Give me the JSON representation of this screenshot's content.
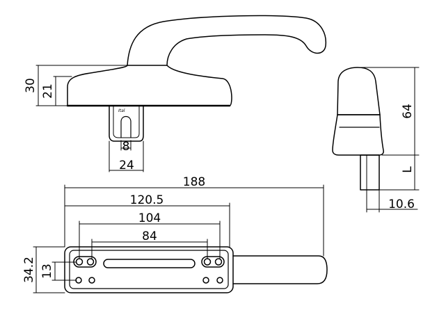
{
  "dimensions": {
    "height_30": "30",
    "height_21": "21",
    "spindle_8": "8",
    "width_24": "24",
    "side_height_64": "64",
    "side_length": "L",
    "side_width_10_6": "10.6",
    "total_188": "188",
    "length_120_5": "120.5",
    "spacing_104": "104",
    "spacing_84": "84",
    "height_34_2": "34.2",
    "pitch_13": "13"
  },
  "spindle_mark": "Ital",
  "colors": {
    "line": "#000000",
    "background": "#ffffff"
  }
}
